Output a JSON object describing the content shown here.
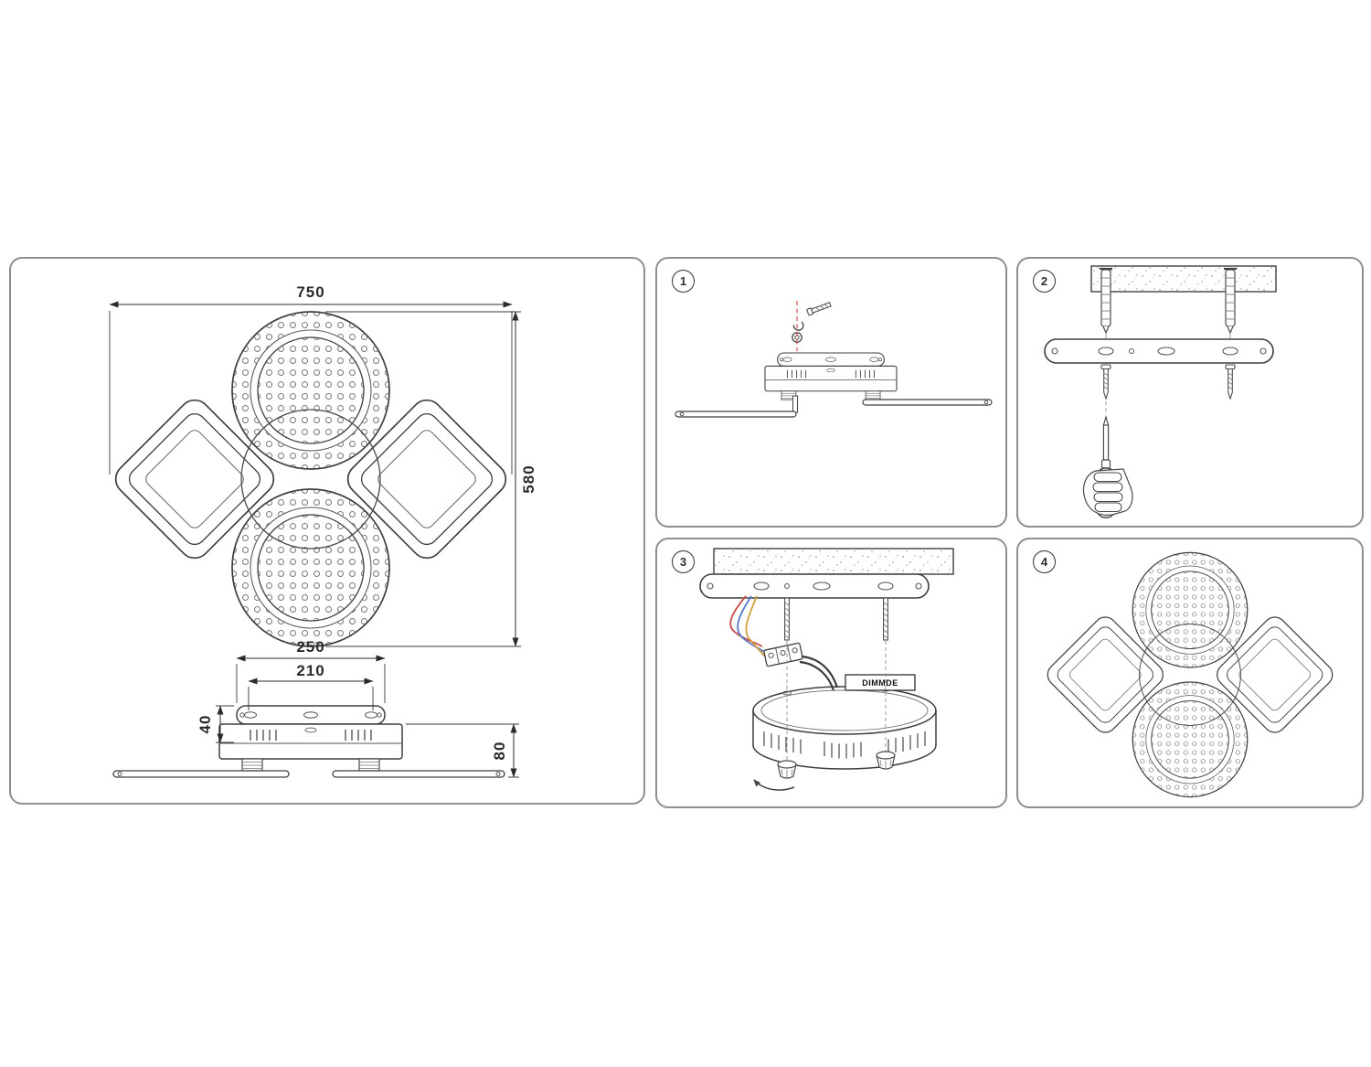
{
  "sheet": {
    "dimensions": {
      "overall_width": "750",
      "overall_height": "580",
      "canopy_width": "250",
      "mount_hole_spacing": "210",
      "bracket_height": "40",
      "body_height": "80"
    },
    "steps": [
      {
        "num": "1"
      },
      {
        "num": "2"
      },
      {
        "num": "3"
      },
      {
        "num": "4"
      }
    ],
    "labels": {
      "driver": "DIMMDE"
    },
    "colors": {
      "accent_red": "#d95050",
      "wire_red": "#cc4a4a",
      "wire_blue": "#5a78c8",
      "wire_yellow": "#d2a23e"
    }
  }
}
